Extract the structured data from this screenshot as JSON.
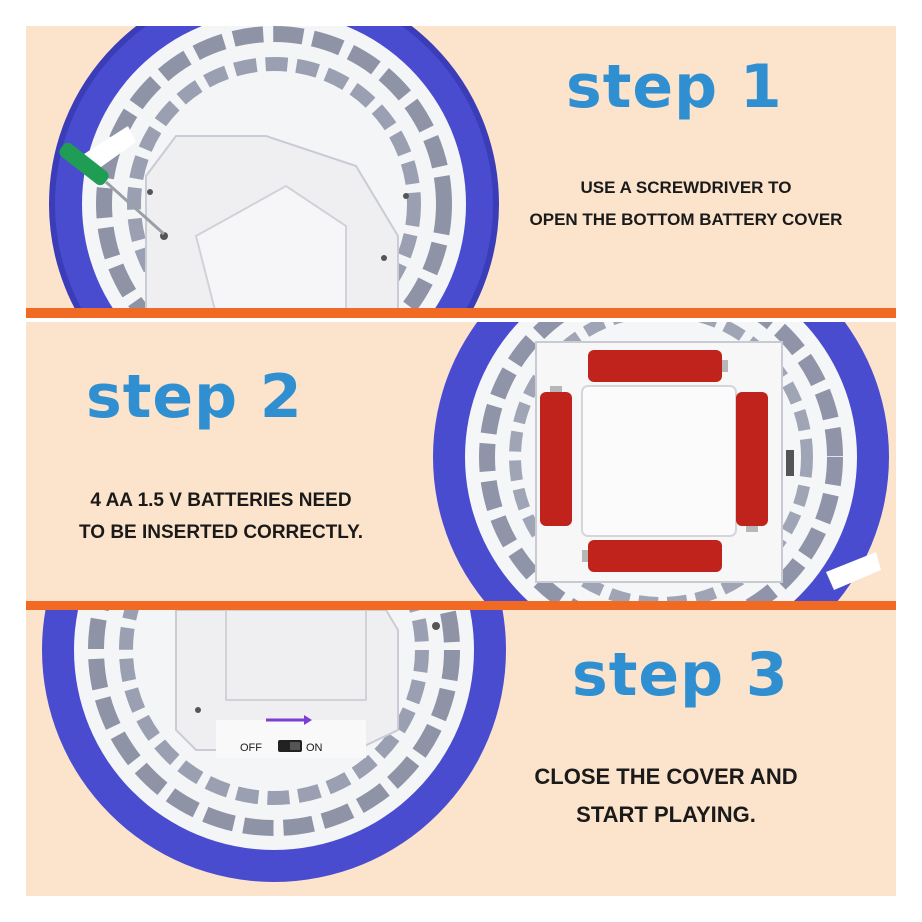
{
  "step1": {
    "title": "step 1",
    "line1": "USE A SCREWDRIVER TO",
    "line2": "OPEN THE BOTTOM BATTERY COVER",
    "icon": "screwdriver-icon"
  },
  "step2": {
    "title": "step 2",
    "line1": "4 AA 1.5 V BATTERIES NEED",
    "line2": "TO BE INSERTED CORRECTLY.",
    "battery_count": 4
  },
  "step3": {
    "title": "step 3",
    "line1": "CLOSE THE COVER AND",
    "line2": "START PLAYING.",
    "switch_off": "OFF",
    "switch_on": "ON"
  },
  "colors": {
    "panel_bg": "#fbe3cc",
    "divider": "#f06a24",
    "title": "#2f8fd1",
    "foam": "#4a4ccf",
    "battery": "#c0221c"
  }
}
